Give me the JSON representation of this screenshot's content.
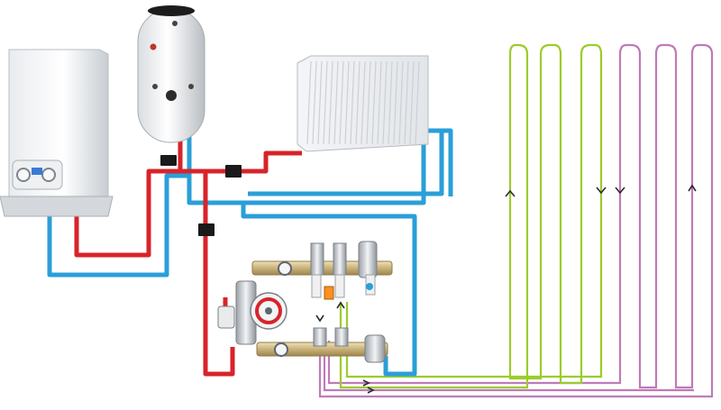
{
  "colors": {
    "supply": "#d8232a",
    "return": "#2a9fd8",
    "loop_a": "#9ccc2c",
    "loop_b": "#c07ab8",
    "brass": "#c9b27a",
    "chrome": "#cfd3d6"
  },
  "components": [
    {
      "name": "boiler",
      "icon": "gas-boiler-icon"
    },
    {
      "name": "hot-water-cylinder",
      "icon": "cylinder-icon"
    },
    {
      "name": "radiator",
      "icon": "radiator-icon"
    },
    {
      "name": "manifold",
      "icon": "manifold-icon"
    },
    {
      "name": "circulation-pump",
      "icon": "pump-icon"
    },
    {
      "name": "underfloor-loops",
      "icon": "floor-heating-loop-icon"
    }
  ]
}
